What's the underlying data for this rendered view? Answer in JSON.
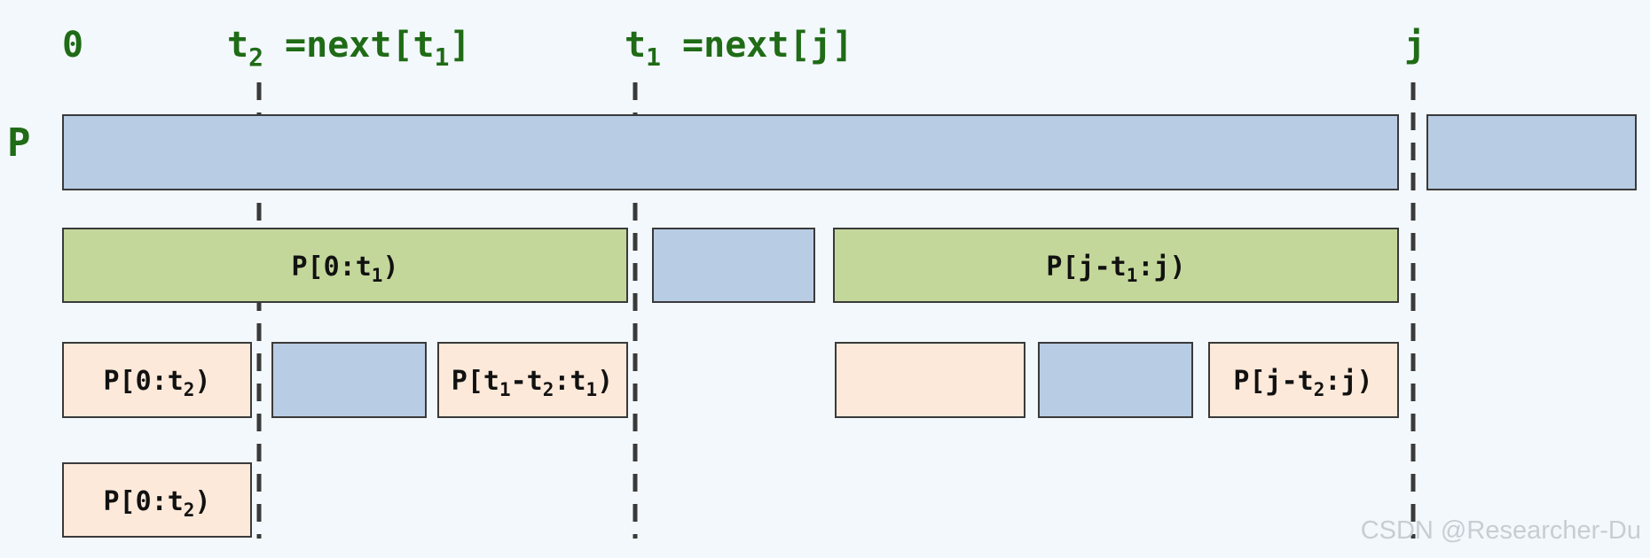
{
  "top_labels": {
    "zero": "0",
    "t2": {
      "main": "t",
      "sub": "2",
      "rest": " =next[t",
      "sub2": "1",
      "close": "]"
    },
    "t1": {
      "main": "t",
      "sub": "1",
      "rest": " =next[j]"
    },
    "j": "j"
  },
  "row_label": "P",
  "segments": {
    "p_0_t1": {
      "a": "P[0:t",
      "sub": "1",
      "b": ")"
    },
    "p_j_t1_j": {
      "a": "P[j-t",
      "sub": "1",
      "b": ":j)"
    },
    "p_0_t2_row3": {
      "a": "P[0:t",
      "sub": "2",
      "b": ")"
    },
    "p_t1_t2_t1": {
      "a": "P[t",
      "sub": "1",
      "b": "-t",
      "sub2": "2",
      "c": ":t",
      "sub3": "1",
      "d": ")"
    },
    "p_j_t2_j": {
      "a": "P[j-t",
      "sub": "2",
      "b": ":j)"
    },
    "p_0_t2_row4": {
      "a": "P[0:t",
      "sub": "2",
      "b": ")"
    }
  },
  "colors": {
    "blue_fill": "#b8cce4",
    "green_fill": "#c4d79b",
    "peach_fill": "#fde9d9",
    "label_green": "#1f6b16",
    "outline": "#3a3a3a",
    "background": "#f3f8fc"
  },
  "watermark": "CSDN @Researcher-Du"
}
